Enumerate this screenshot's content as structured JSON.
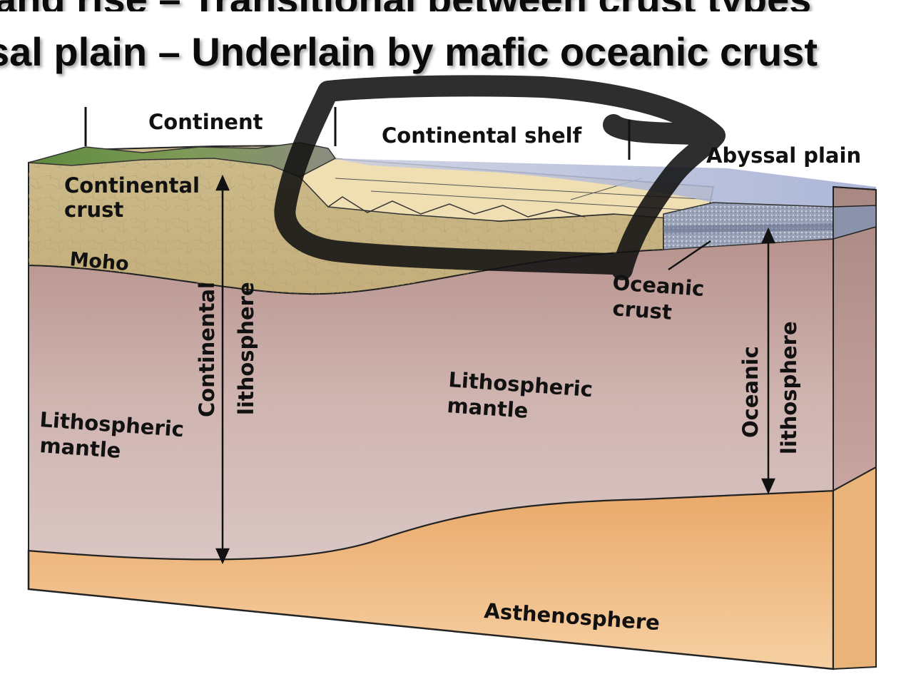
{
  "slide": {
    "line1": "and rise – Transitional between crust types",
    "line2": "sal plain – Underlain by mafic oceanic crust"
  },
  "diagram": {
    "continent": "Continent",
    "continental_shelf": "Continental shelf",
    "abyssal_plain": "Abyssal plain",
    "continental_crust_1": "Continental",
    "continental_crust_2": "crust",
    "moho": "Moho",
    "continental_lithosphere_1": "Continental",
    "continental_lithosphere_2": "lithosphere",
    "lith_mantle_left_1": "Lithospheric",
    "lith_mantle_left_2": "mantle",
    "lith_mantle_center_1": "Lithospheric",
    "lith_mantle_center_2": "mantle",
    "oceanic_crust_1": "Oceanic",
    "oceanic_crust_2": "crust",
    "oceanic_lithosphere_1": "Oceanic",
    "oceanic_lithosphere_2": "lithosphere",
    "asthenosphere": "Asthenosphere"
  },
  "colors": {
    "continental_crust": "#cbb98a",
    "lithospheric_mantle": "#c7aaa6",
    "asthenosphere": "#efbd82",
    "ocean": "#aab4d2",
    "oceanic_crust": "#8f9ab1",
    "marker_stroke": "#111111"
  }
}
